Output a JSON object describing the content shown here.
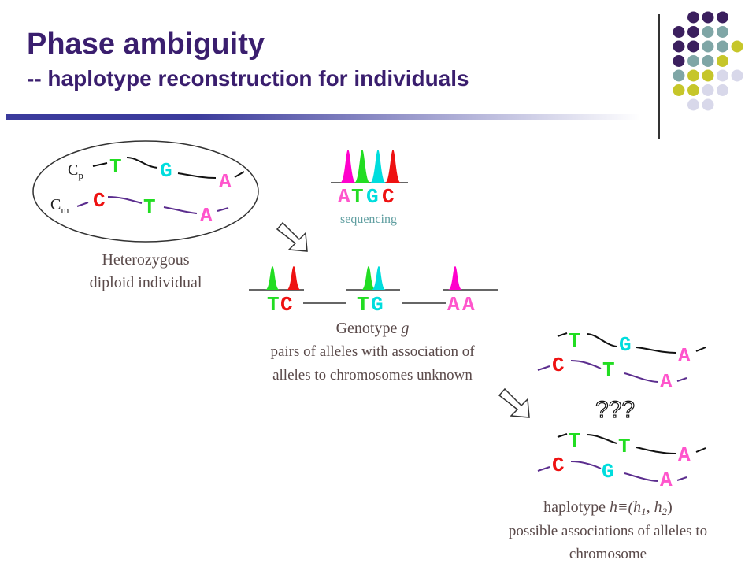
{
  "title": {
    "main": "Phase ambiguity",
    "sub": "-- haplotype reconstruction for individuals"
  },
  "colors": {
    "title": "#3a1e6e",
    "T": "#22dd22",
    "G": "#00dddd",
    "A": "#ff55cc",
    "C": "#ee1111",
    "paternal_line": "#111111",
    "maternal_line": "#5b2d8e",
    "dot_purple": "#3b1f5e",
    "dot_teal": "#7fa6a6",
    "dot_yellow": "#c6c62a",
    "dot_lavender": "#d8d8ea"
  },
  "individual": {
    "cp_label": "C",
    "cp_sub": "p",
    "cm_label": "C",
    "cm_sub": "m",
    "paternal_alleles": [
      "T",
      "G",
      "A"
    ],
    "maternal_alleles": [
      "C",
      "T",
      "A"
    ],
    "caption_line1": "Heterozygous",
    "caption_line2": "diploid individual"
  },
  "sequencing": {
    "peaks": [
      "A",
      "T",
      "G",
      "C"
    ],
    "caption": "sequencing"
  },
  "genotype": {
    "pairs": [
      [
        "T",
        "C"
      ],
      [
        "T",
        "G"
      ],
      [
        "A",
        "A"
      ]
    ],
    "caption_title": "Genotype ",
    "caption_var": "g",
    "caption_line2": "pairs of alleles with association of",
    "caption_line3": "alleles to chromosomes unknown"
  },
  "haplotypes": {
    "option1_top": [
      "T",
      "G",
      "A"
    ],
    "option1_bottom": [
      "C",
      "T",
      "A"
    ],
    "question": "???",
    "option2_top": [
      "T",
      "T",
      "A"
    ],
    "option2_bottom": [
      "C",
      "G",
      "A"
    ],
    "caption_prefix": "haplotype ",
    "caption_formula": "h≡(h",
    "caption_sub1": "1",
    "caption_mid": ", h",
    "caption_sub2": "2",
    "caption_end": ")",
    "caption_line2": "possible associations of alleles to",
    "caption_line3": "chromosome"
  }
}
